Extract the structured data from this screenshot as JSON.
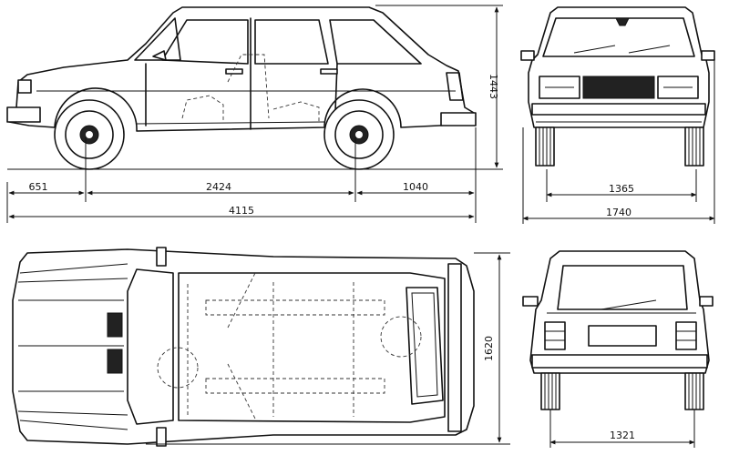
{
  "dimensions": {
    "front_overhang": "651",
    "wheelbase": "2424",
    "rear_overhang": "1040",
    "overall_length": "4115",
    "height": "1443",
    "front_track": "1365",
    "overall_width": "1740",
    "width_top_view": "1620",
    "rear_track": "1321"
  },
  "colors": {
    "ink": "#111111",
    "paper": "#ffffff"
  }
}
